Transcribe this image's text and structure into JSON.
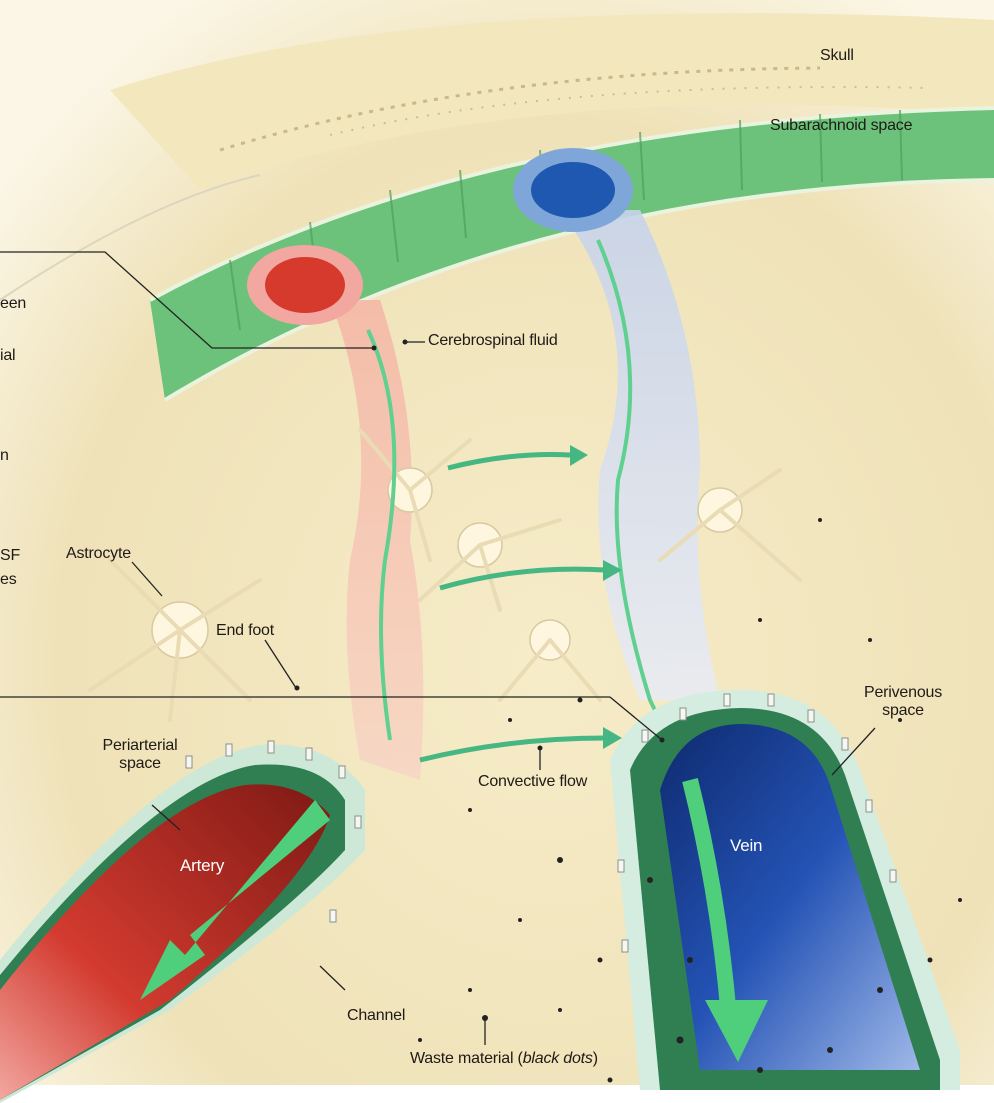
{
  "labels": {
    "skull": "Skull",
    "subarachnoid_space": "Subarachnoid space",
    "cerebrospinal_fluid": "Cerebrospinal fluid",
    "astrocyte": "Astrocyte",
    "end_foot": "End foot",
    "periarterial_space_line1": "Periarterial",
    "periarterial_space_line2": "space",
    "convective_flow": "Convective flow",
    "perivenous_space_line1": "Perivenous",
    "perivenous_space_line2": "space",
    "artery": "Artery",
    "vein": "Vein",
    "channel": "Channel",
    "waste_material": "Waste material (",
    "waste_material_italic": "black dots",
    "waste_material_end": ")"
  },
  "cut_off_left_text": [
    "een",
    "ial",
    "n",
    "SF",
    "es"
  ],
  "colors": {
    "background": "#fbf6e6",
    "subarachnoid_green": "#5dbb6e",
    "artery_red": "#c8352a",
    "vein_blue": "#1f4fa8",
    "flow_arrow_green": "#4fc58a",
    "sheath_green": "#2f7f52"
  }
}
